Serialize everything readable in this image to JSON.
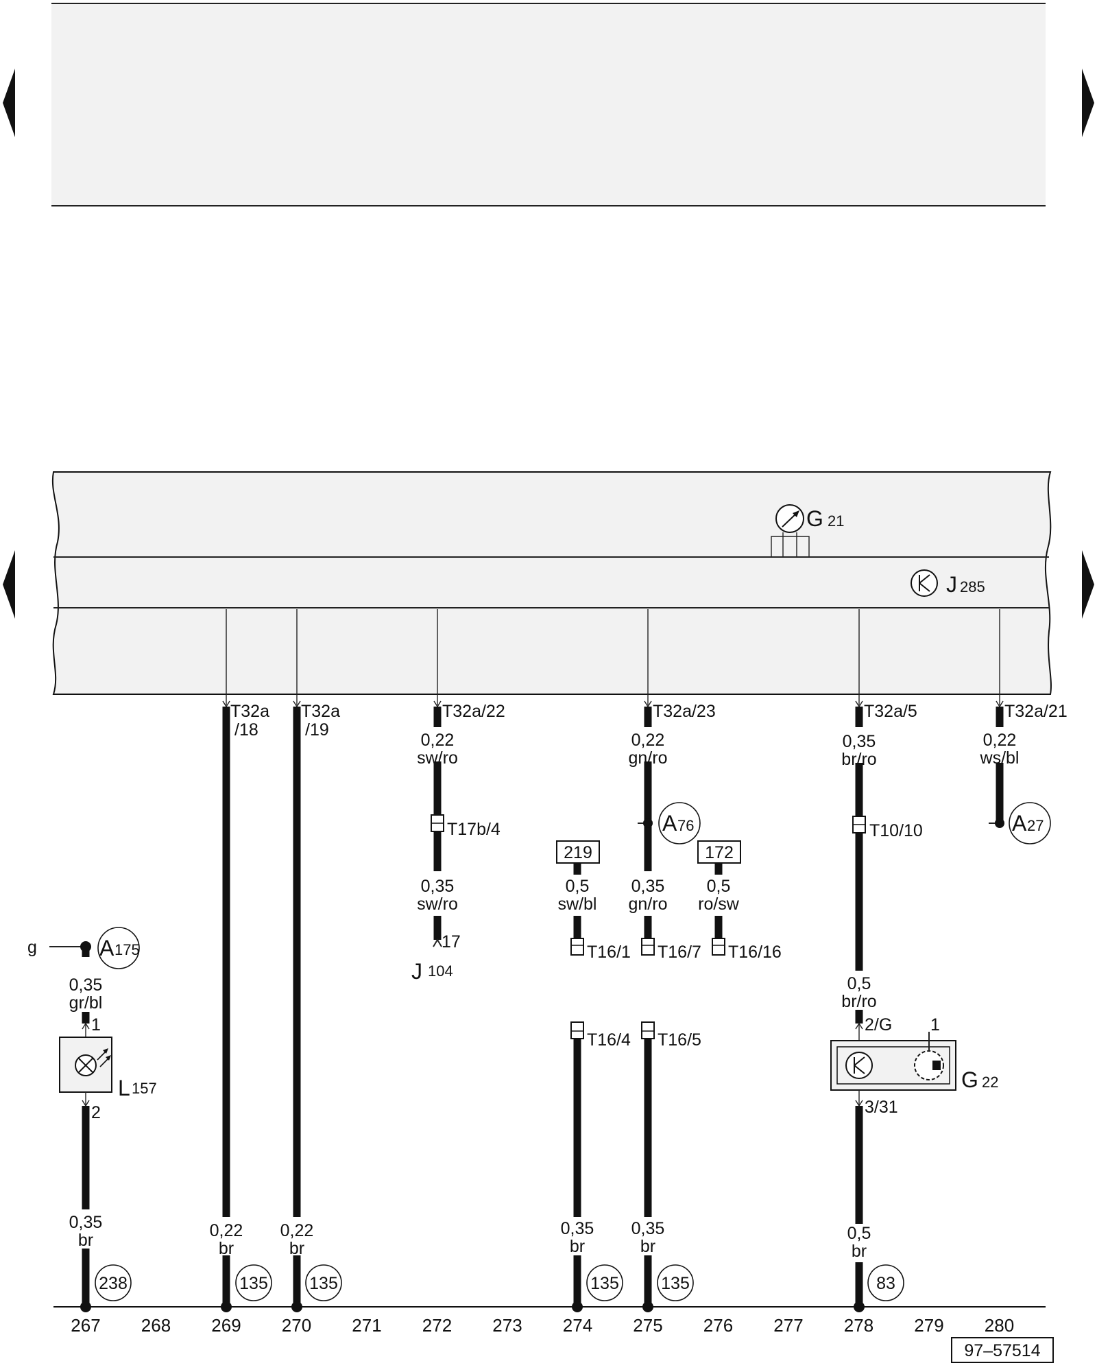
{
  "components": {
    "g21": {
      "letter": "G",
      "num": "21"
    },
    "j285": {
      "letter": "J",
      "num": "285"
    },
    "j104": {
      "letter": "J",
      "num": "104",
      "pin": "17"
    },
    "l157": {
      "letter": "L",
      "num": "157",
      "pin1": "1",
      "pin2": "2"
    },
    "g22": {
      "letter": "G",
      "num": "22",
      "pin_in": "2/G",
      "pin_out": "3/31",
      "pin_aux": "1"
    }
  },
  "connectors": {
    "t32a_18": {
      "line1": "T32a",
      "line2": "/18"
    },
    "t32a_19": {
      "line1": "T32a",
      "line2": "/19"
    },
    "t32a_22": "T32a/22",
    "t32a_23": "T32a/23",
    "t32a_5": "T32a/5",
    "t32a_21": "T32a/21",
    "t17b_4": "T17b/4",
    "t10_10": "T10/10",
    "t16_1": "T16/1",
    "t16_7": "T16/7",
    "t16_16": "T16/16",
    "t16_4": "T16/4",
    "t16_5": "T16/5"
  },
  "wires": {
    "w272a": {
      "size": "0,22",
      "color": "sw/ro"
    },
    "w272b": {
      "size": "0,35",
      "color": "sw/ro"
    },
    "w275a": {
      "size": "0,22",
      "color": "gn/ro"
    },
    "w275b": {
      "size": "0,35",
      "color": "gn/ro"
    },
    "w274a": {
      "size": "0,5",
      "color": "sw/bl"
    },
    "w276a": {
      "size": "0,5",
      "color": "ro/sw"
    },
    "w278a": {
      "size": "0,35",
      "color": "br/ro"
    },
    "w278b": {
      "size": "0,5",
      "color": "br/ro"
    },
    "w278c": {
      "size": "0,5",
      "color": "br"
    },
    "w280a": {
      "size": "0,22",
      "color": "ws/bl"
    },
    "w267a": {
      "size": "0,35",
      "color": "gr/bl"
    },
    "w267b": {
      "size": "0,35",
      "color": "br"
    },
    "w269": {
      "size": "0,22",
      "color": "br"
    },
    "w270": {
      "size": "0,22",
      "color": "br"
    },
    "w274b": {
      "size": "0,35",
      "color": "br"
    },
    "w275c": {
      "size": "0,35",
      "color": "br"
    }
  },
  "points": {
    "a76": {
      "letter": "A",
      "num": "76"
    },
    "a27": {
      "letter": "A",
      "num": "27"
    },
    "a175": {
      "letter": "A",
      "num": "175"
    },
    "feed_g": "g"
  },
  "references": {
    "ref219": "219",
    "ref172": "172",
    "g267": "238",
    "g269": "135",
    "g270": "135",
    "g274": "135",
    "g275": "135",
    "g278": "83"
  },
  "columns": [
    "267",
    "268",
    "269",
    "270",
    "271",
    "272",
    "273",
    "274",
    "275",
    "276",
    "277",
    "278",
    "279",
    "280"
  ],
  "figure_id": "97–57514"
}
